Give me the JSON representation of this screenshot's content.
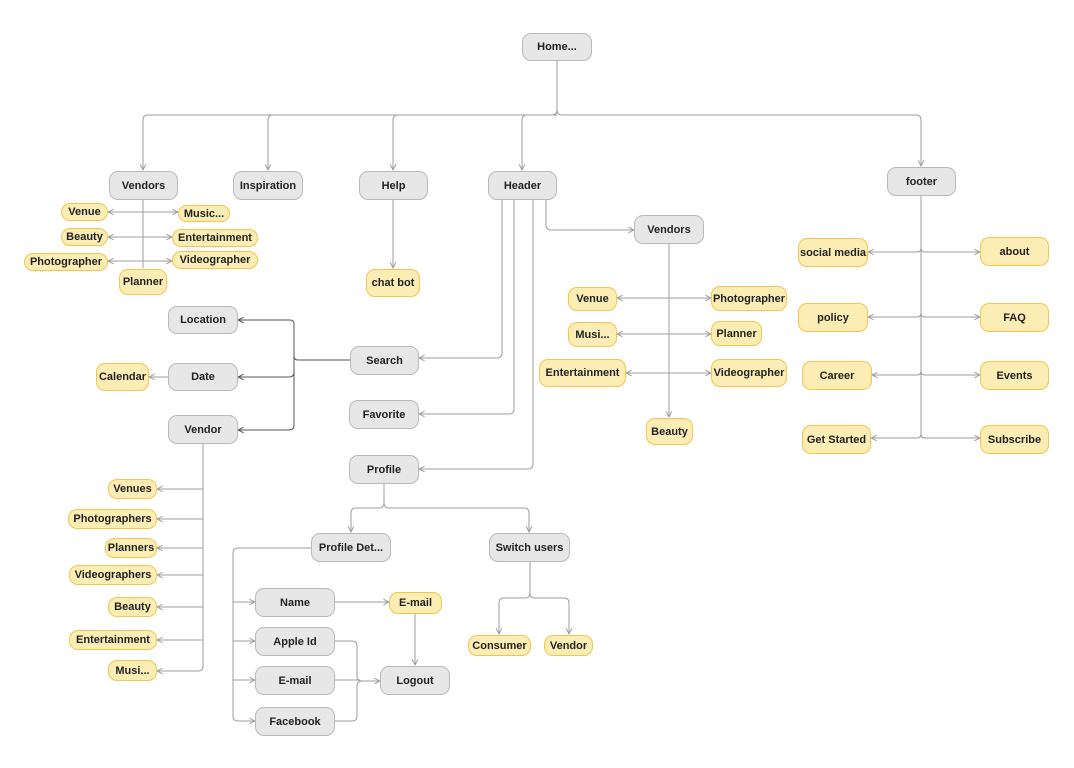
{
  "colors": {
    "gray_fill": "#e7e7e7",
    "gray_border": "#b9b9b9",
    "yellow_fill": "#fcedb4",
    "yellow_border": "#f3c54e",
    "line": "#9d9d9d"
  },
  "nodes": {
    "home": "Home...",
    "vendors": "Vendors",
    "inspiration": "Inspiration",
    "help": "Help",
    "header": "Header",
    "footer": "footer",
    "venue_1": "Venue",
    "music_1": "Music...",
    "beauty_1": "Beauty",
    "entertainment_1": "Entertainment",
    "photographer_1": "Photographer",
    "videographer_1": "Videographer",
    "planner_1": "Planner",
    "chat_bot": "chat bot",
    "header_vendors": "Vendors",
    "venue_2": "Venue",
    "photographer_2": "Photographer",
    "music_2": "Musi...",
    "planner_2": "Planner",
    "entertainment_2": "Entertainment",
    "videographer_2": "Videographer",
    "beauty_2": "Beauty",
    "social_media": "social media",
    "about": "about",
    "policy": "policy",
    "faq": "FAQ",
    "career": "Career",
    "events": "Events",
    "get_started": "Get Started",
    "subscribe": "Subscribe",
    "location": "Location",
    "search": "Search",
    "date": "Date",
    "calendar": "Calendar",
    "vendor": "Vendor",
    "favorite": "Favorite",
    "venues": "Venues",
    "photographers": "Photographers",
    "planners": "Planners",
    "videographers": "Videographers",
    "beauty_3": "Beauty",
    "entertainment_3": "Entertainment",
    "music_3": "Musi...",
    "profile": "Profile",
    "profile_details": "Profile Det...",
    "switch_users": "Switch users",
    "name": "Name",
    "email_yellow": "E-mail",
    "apple_id": "Apple Id",
    "email_gray": "E-mail",
    "facebook": "Facebook",
    "logout": "Logout",
    "consumer": "Consumer",
    "vendor_user": "Vendor"
  }
}
